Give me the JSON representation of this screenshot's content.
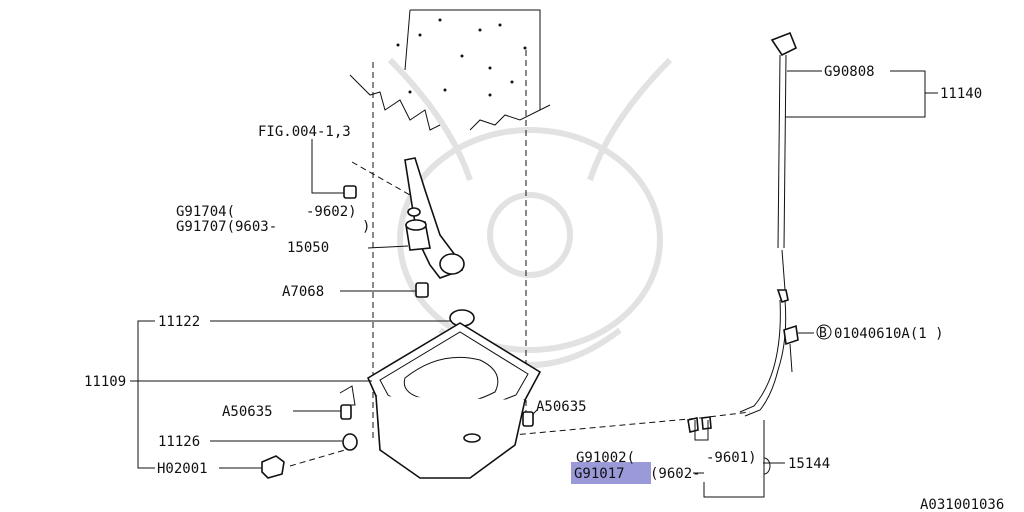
{
  "diagram_id": "A031001036",
  "highlight_color": "#9a9ad8",
  "callouts": {
    "fig_ref": "FIG.004-1,3",
    "g91704": "G91704(",
    "g91704_range": "-9602)",
    "g91707": "G91707(9603-",
    "g91707_close": ")",
    "p15050": "15050",
    "a7068": "A7068",
    "p11122": "11122",
    "p11109": "11109",
    "a50635_left": "A50635",
    "a50635_right": "A50635",
    "p11126": "11126",
    "h02001": "H02001",
    "g90808": "G90808",
    "p11140": "11140",
    "bolt_b": "B",
    "p01040610a": "01040610A(1 )",
    "g91002": "G91002(",
    "g91002_range": "-9601)",
    "g91017": "G91017",
    "g91017_range": "(9602-",
    "p15144": "15144"
  }
}
